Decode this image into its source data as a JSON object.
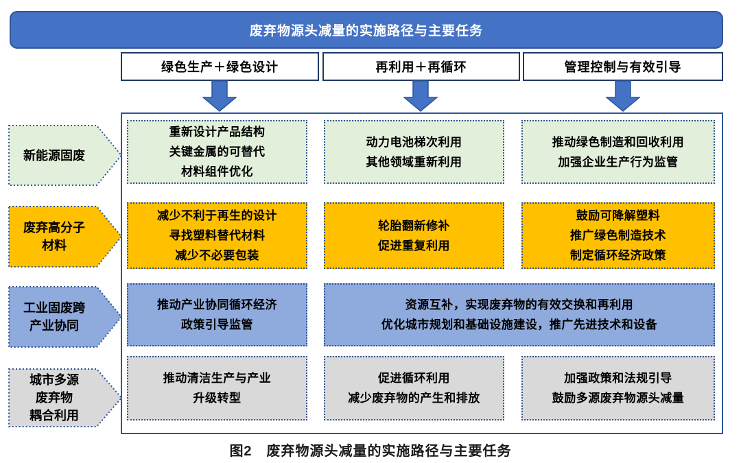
{
  "figure": {
    "title": "废弃物源头减量的实施路径与主要任务",
    "caption": "图2　废弃物源头减量的实施路径与主要任务"
  },
  "columns": [
    "绿色生产＋绿色设计",
    "再利用＋再循环",
    "管理控制与有效引导"
  ],
  "rows": [
    {
      "category": "新能源固废",
      "color_name": "row_green",
      "cells": [
        "重新设计产品结构\n关键金属的可替代\n材料组件优化",
        "动力电池梯次利用\n其他领域重新利用",
        "推动绿色制造和回收利用\n加强企业生产行为监管"
      ]
    },
    {
      "category": "废弃高分子\n材料",
      "color_name": "row_orange",
      "cells": [
        "减少不利于再生的设计\n寻找塑料替代材料\n减少不必要包装",
        "轮胎翻新修补\n促进重复利用",
        "鼓励可降解塑料\n推广绿色制造技术\n制定循环经济政策"
      ]
    },
    {
      "category": "工业固废跨\n产业协同",
      "color_name": "row_blue",
      "cells": [
        "推动产业协同循环经济\n政策引导监管",
        "资源互补，实现废弃物的有效交换和再利用\n优化城市规划和基础设施建设，推广先进技术和设备"
      ]
    },
    {
      "category": "城市多源\n废弃物\n耦合利用",
      "color_name": "row_gray",
      "cells": [
        "推动清洁生产与产业\n升级转型",
        "促进循环利用\n减少废弃物的产生和排放",
        "加强政策和法规引导\n鼓励多源废弃物源头减量"
      ]
    }
  ],
  "colors": {
    "banner": "#4472C4",
    "banner_border": "#2E5597",
    "arrow": "#4472C4",
    "arrow_border": "#2E5597",
    "row_green": "#E2EFDA",
    "row_orange": "#FFC000",
    "row_blue": "#8FAADC",
    "row_gray": "#D9D9D9"
  }
}
